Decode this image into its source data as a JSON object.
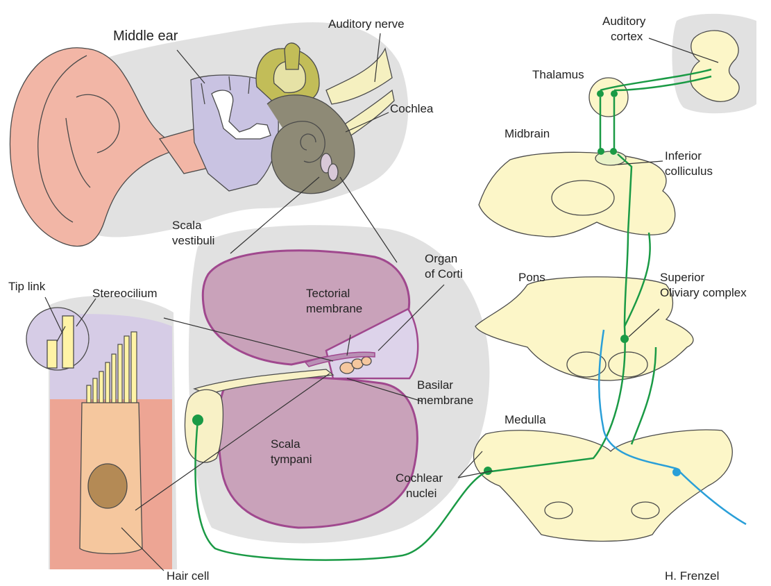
{
  "labels": {
    "middle_ear": "Middle ear",
    "auditory_nerve": "Auditory nerve",
    "cochlea": "Cochlea",
    "auditory_cortex_1": "Auditory",
    "auditory_cortex_2": "cortex",
    "thalamus": "Thalamus",
    "midbrain": "Midbrain",
    "inferior_colliculus_1": "Inferior",
    "inferior_colliculus_2": "colliculus",
    "scala_vestibuli_1": "Scala",
    "scala_vestibuli_2": "vestibuli",
    "organ_of_corti_1": "Organ",
    "organ_of_corti_2": "of Corti",
    "tectorial_membrane_1": "Tectorial",
    "tectorial_membrane_2": "membrane",
    "tip_link": "Tip link",
    "stereocilium": "Stereocilium",
    "pons": "Pons",
    "superior_olivary_1": "Superior",
    "superior_olivary_2": "Oliviary complex",
    "basilar_membrane_1": "Basilar",
    "basilar_membrane_2": "membrane",
    "medulla": "Medulla",
    "scala_tympani_1": "Scala",
    "scala_tympani_2": "tympani",
    "cochlear_nuclei_1": "Cochlear",
    "cochlear_nuclei_2": "nuclei",
    "hair_cell": "Hair cell",
    "credit": "H. Frenzel"
  },
  "colors": {
    "skin": "#f2b6a6",
    "shadow_bg": "#e1e1e1",
    "brain_tissue": "#fcf6c8",
    "pathway_green": "#1a9a45",
    "pathway_blue": "#2a9fd8",
    "cochlea_wall": "#b07aa8",
    "scala_fill": "#c9a2ba",
    "middle_ear": "#c9c3e2",
    "semicircular": "#c2bd58",
    "cochlea_fill": "#8e8a76",
    "hair_cell_body": "#f5c79e",
    "nucleus": "#b48a55",
    "tissue_pink": "#eda594",
    "stereocilia": "#fff3a6",
    "lilac_zone": "#d6cce6"
  },
  "icons": {
    "ear": "ear-illustration",
    "neuron": "neuron-dot"
  }
}
